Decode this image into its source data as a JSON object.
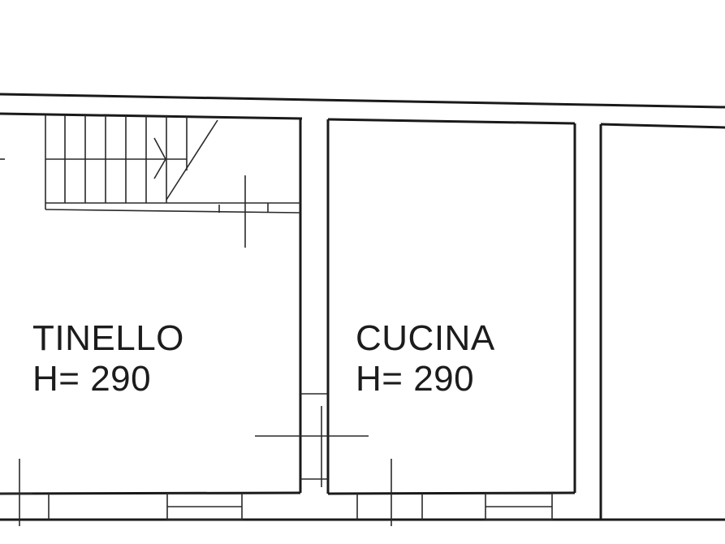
{
  "rooms": [
    {
      "name": "TINELLO",
      "height": "H= 290"
    },
    {
      "name": "CUCINA",
      "height": "H= 290"
    }
  ]
}
